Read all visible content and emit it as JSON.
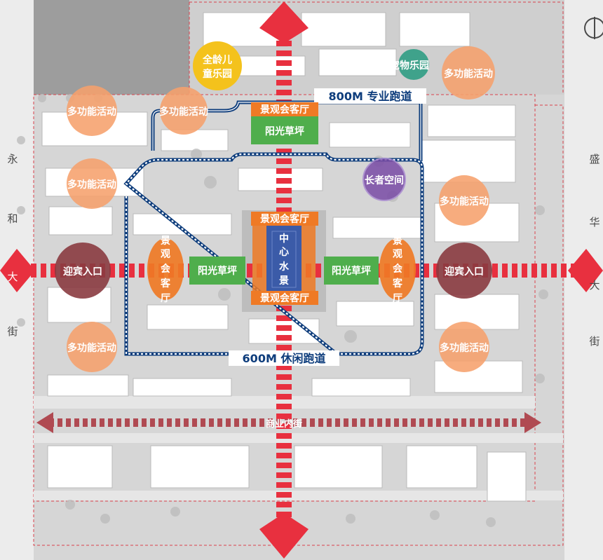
{
  "streets": {
    "west": [
      "永",
      "和",
      "大",
      "街"
    ],
    "east": [
      "盛",
      "华",
      "大",
      "街"
    ],
    "commercial": "商业内街"
  },
  "tracks": {
    "pro": "800M 专业跑道",
    "leisure": "600M 休闲跑道"
  },
  "labels": {
    "multi_function": "多功能活动",
    "children_park": [
      "全龄儿",
      "童乐园"
    ],
    "pet_park": "宠物乐园",
    "elder_space": "长者空间",
    "welcome_entrance": "迎宾入口",
    "landscape_lounge": "景观会客厅",
    "landscape_lounge_vertical": [
      "景",
      "观",
      "会",
      "客",
      "厅"
    ],
    "sunny_lawn": "阳光草坪",
    "central_water": [
      "中",
      "心",
      "水",
      "景"
    ]
  },
  "colors": {
    "axis_red": "#e8303f",
    "axis_dark_red": "#a83c46",
    "track_blue": "#0e3d7c",
    "orange_circle": "#f6a06c",
    "orange_lounge": "#ef7a25",
    "green_lawn": "#4fae4c",
    "yellow_circle": "#f4c21c",
    "teal_circle": "#2f9c83",
    "purple_circle": "#7a4ca6",
    "maroon_circle": "#8a3b40",
    "water_blue": "#3b5ba8"
  }
}
